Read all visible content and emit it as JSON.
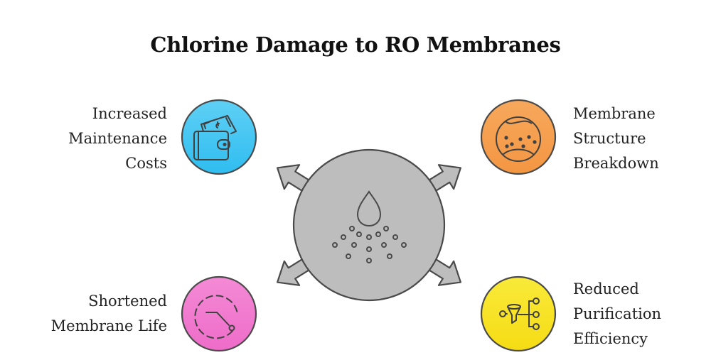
{
  "title": "Chlorine Damage to RO Membranes",
  "center": {
    "icon": "chlorine-drop-dispersion-icon",
    "fill": "#bdbdbd",
    "stroke": "#4a4a4a"
  },
  "items": [
    {
      "id": "maintenance",
      "lines": [
        "Increased",
        "Maintenance",
        "Costs"
      ],
      "icon": "wallet-money-icon",
      "color": "#4fc8f2",
      "position": "top-left"
    },
    {
      "id": "structure",
      "lines": [
        "Membrane",
        "Structure",
        "Breakdown"
      ],
      "icon": "damaged-membrane-icon",
      "color": "#f5a052",
      "position": "top-right"
    },
    {
      "id": "life",
      "lines": [
        "Shortened",
        "Membrane Life"
      ],
      "icon": "timer-dashed-clock-icon",
      "color": "#f07cd0",
      "position": "bottom-left"
    },
    {
      "id": "efficiency",
      "lines": [
        "Reduced",
        "Purification",
        "Efficiency"
      ],
      "icon": "filter-funnel-branch-icon",
      "color": "#f7e42a",
      "position": "bottom-right"
    }
  ]
}
